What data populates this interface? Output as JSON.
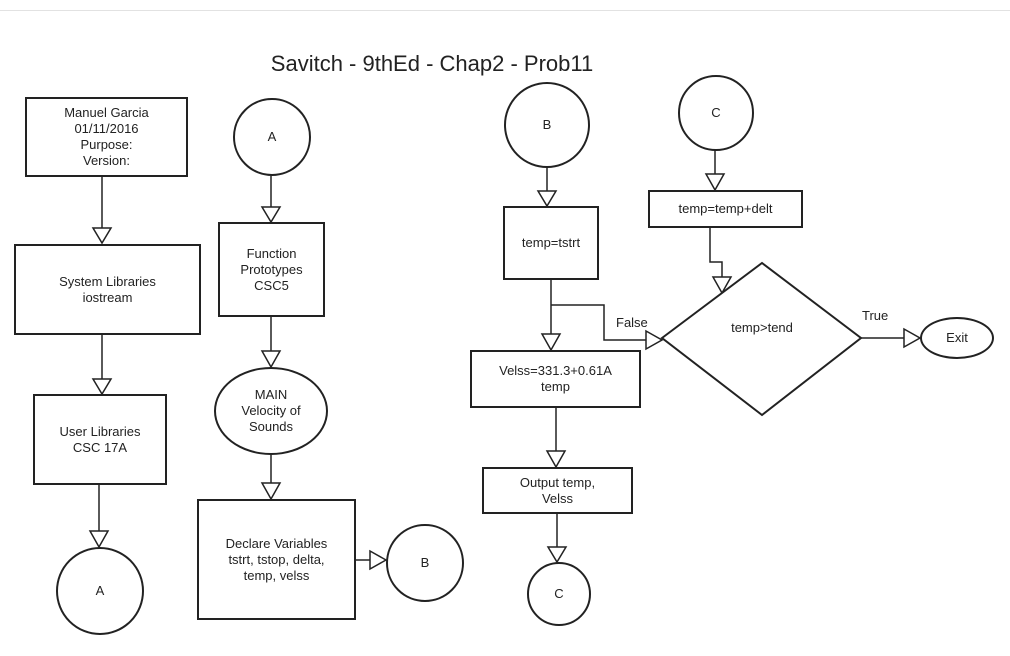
{
  "title": "Savitch - 9thEd - Chap2 - Prob11",
  "nodes": {
    "header": [
      "Manuel Garcia",
      "01/11/2016",
      "Purpose:",
      "Version:"
    ],
    "system_libs": [
      "System Libraries",
      "iostream"
    ],
    "user_libs": [
      "User Libraries",
      "CSC 17A"
    ],
    "connector_a_out": "A",
    "connector_a_in": "A",
    "function_prototypes": [
      "Function",
      "Prototypes",
      "CSC5"
    ],
    "main": [
      "MAIN",
      "Velocity of",
      "Sounds"
    ],
    "declare_vars": [
      "Declare Variables",
      "tstrt, tstop, delta,",
      "temp, velss"
    ],
    "connector_b_out": "B",
    "connector_b_in": "B",
    "init_temp": "temp=tstrt",
    "calc_velss": [
      "Velss=331.3+0.61A",
      "temp"
    ],
    "output": [
      "Output temp,",
      "Velss"
    ],
    "connector_c_out": "C",
    "connector_c_in": "C",
    "increment": "temp=temp+delt",
    "decision": "temp>tend",
    "exit": "Exit"
  },
  "edge_labels": {
    "false": "False",
    "true": "True"
  }
}
